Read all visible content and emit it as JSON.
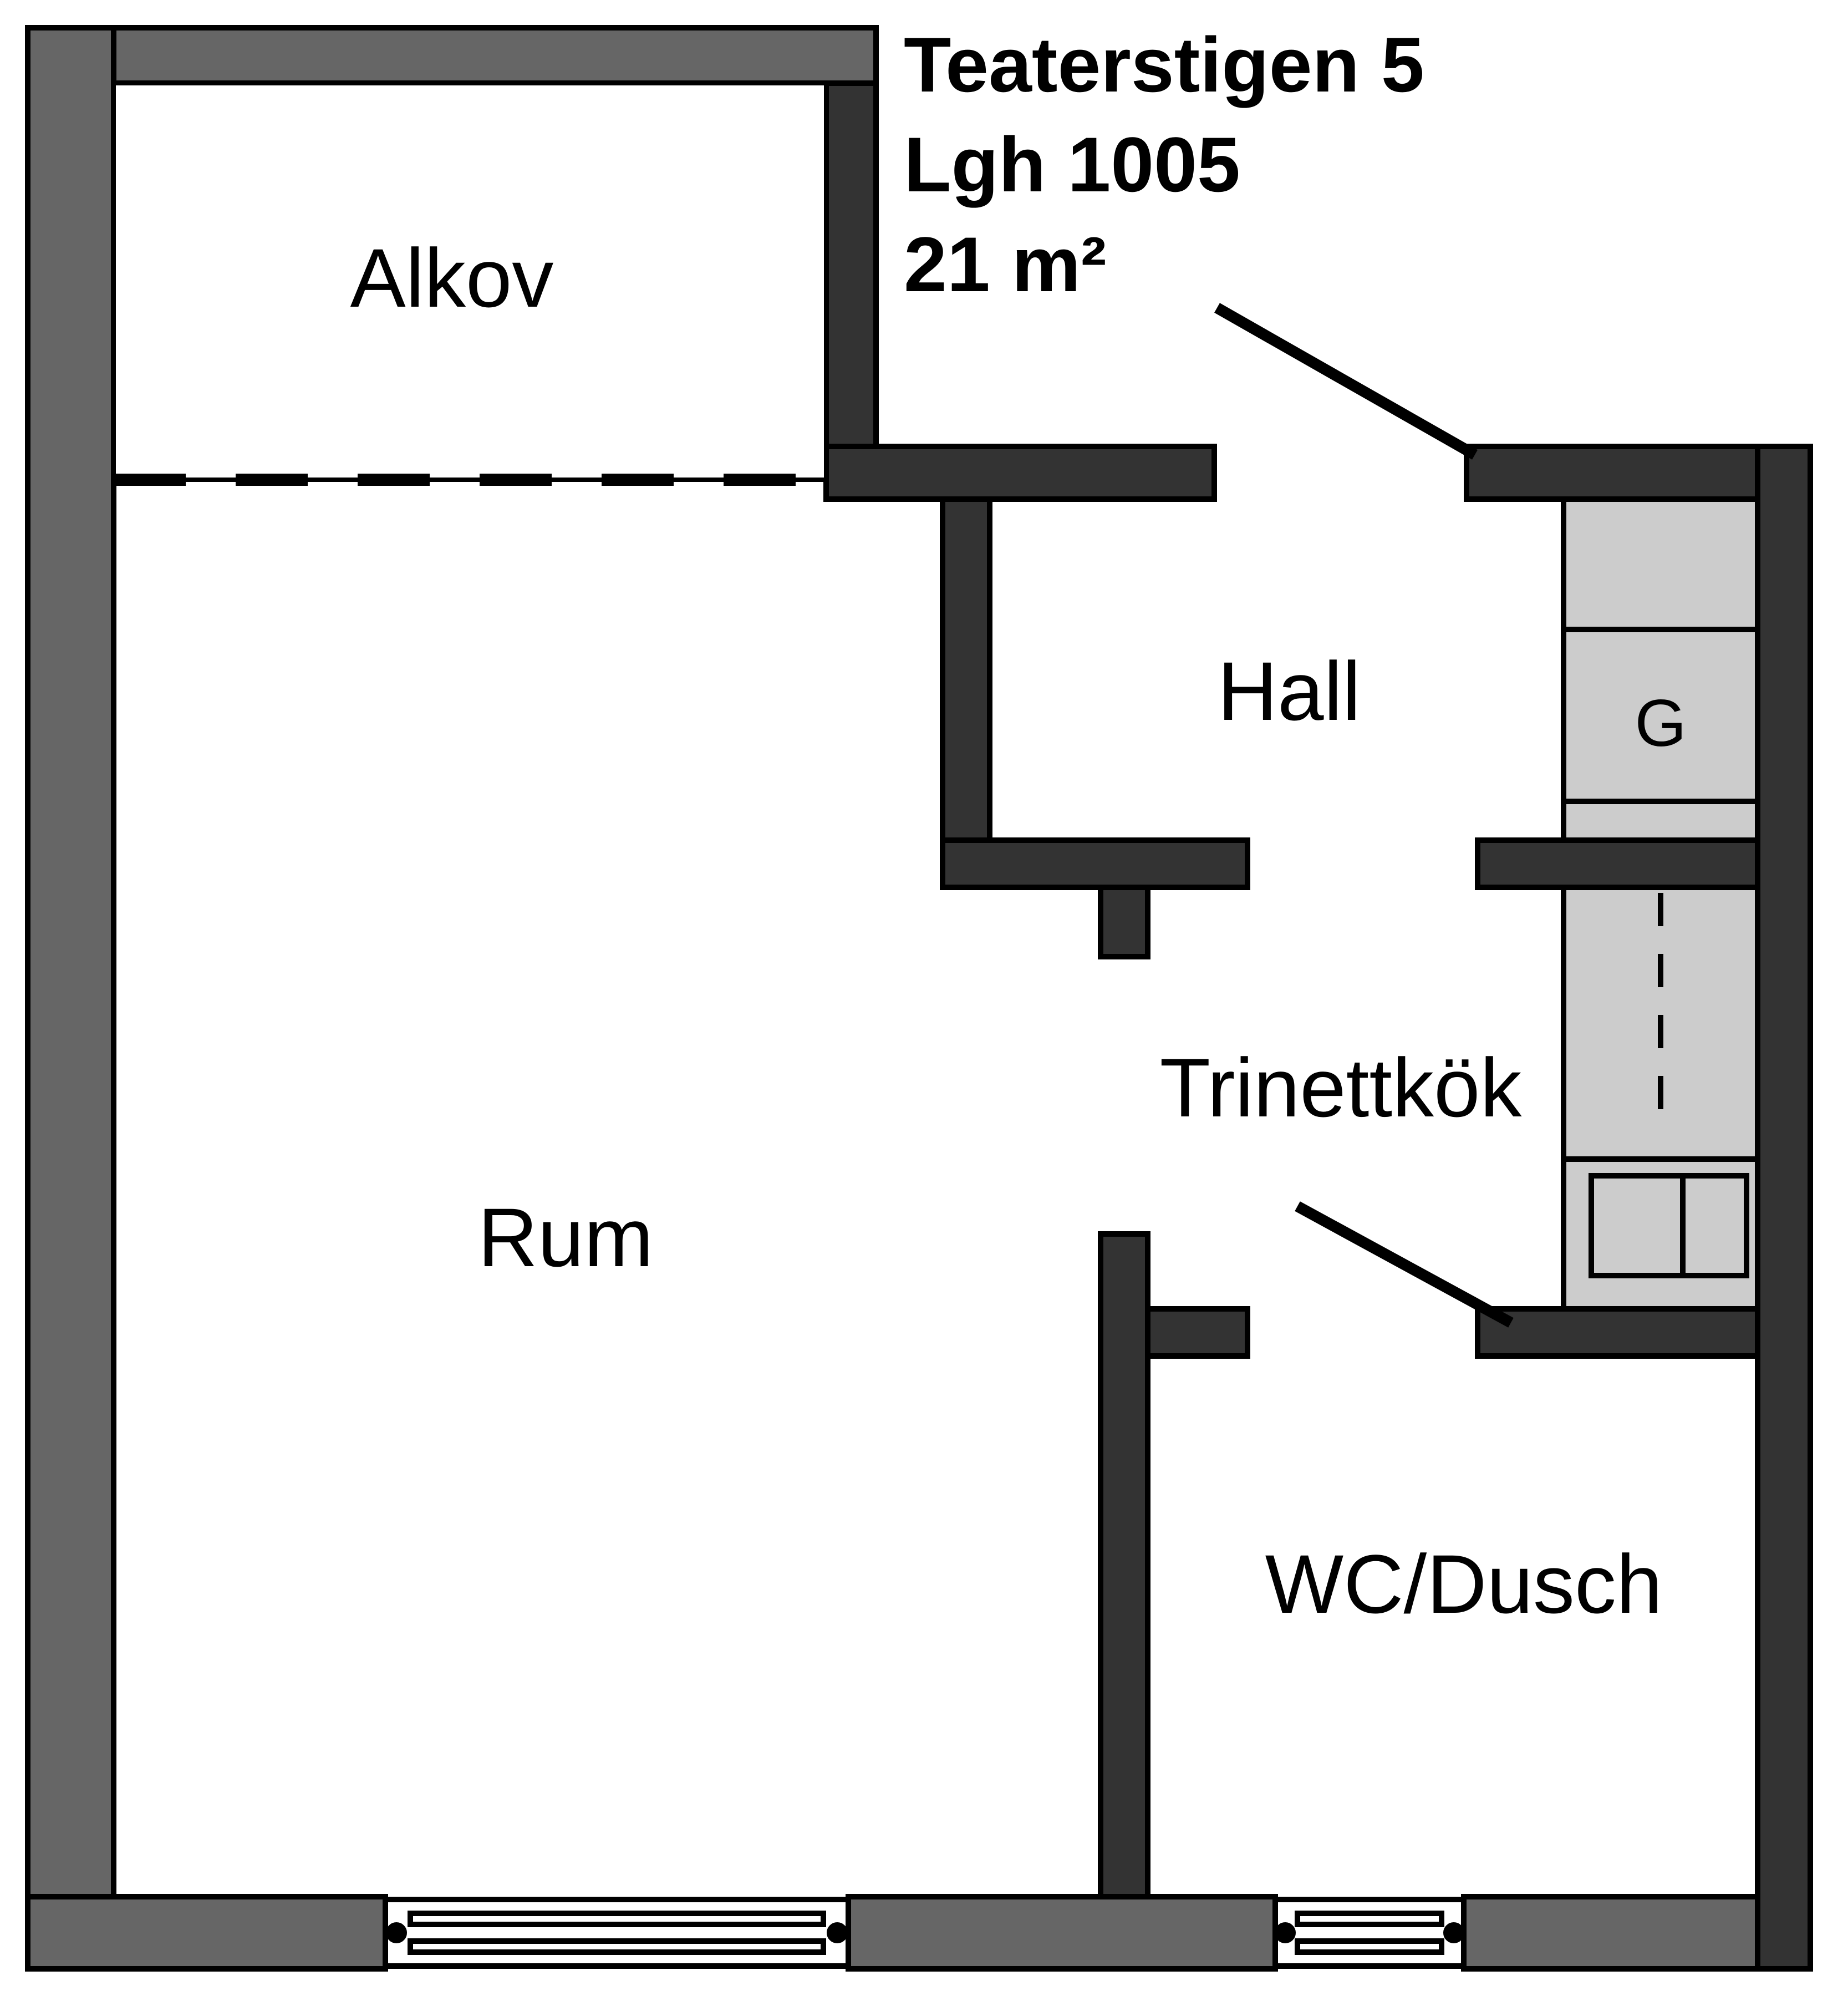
{
  "title": {
    "address": "Teaterstigen 5",
    "apartment": "Lgh 1005",
    "area": "21 m²"
  },
  "rooms": {
    "alcove": "Alkov",
    "hall": "Hall",
    "main_room": "Rum",
    "kitchenette": "Trinettkök",
    "bathroom": "WC/Dusch"
  },
  "appliances": {
    "fridge": "G"
  },
  "colors": {
    "outer_wall": "#666666",
    "inner_wall": "#333333",
    "outline": "#000000",
    "fixture": "#cccccc",
    "floor": "#ffffff"
  }
}
